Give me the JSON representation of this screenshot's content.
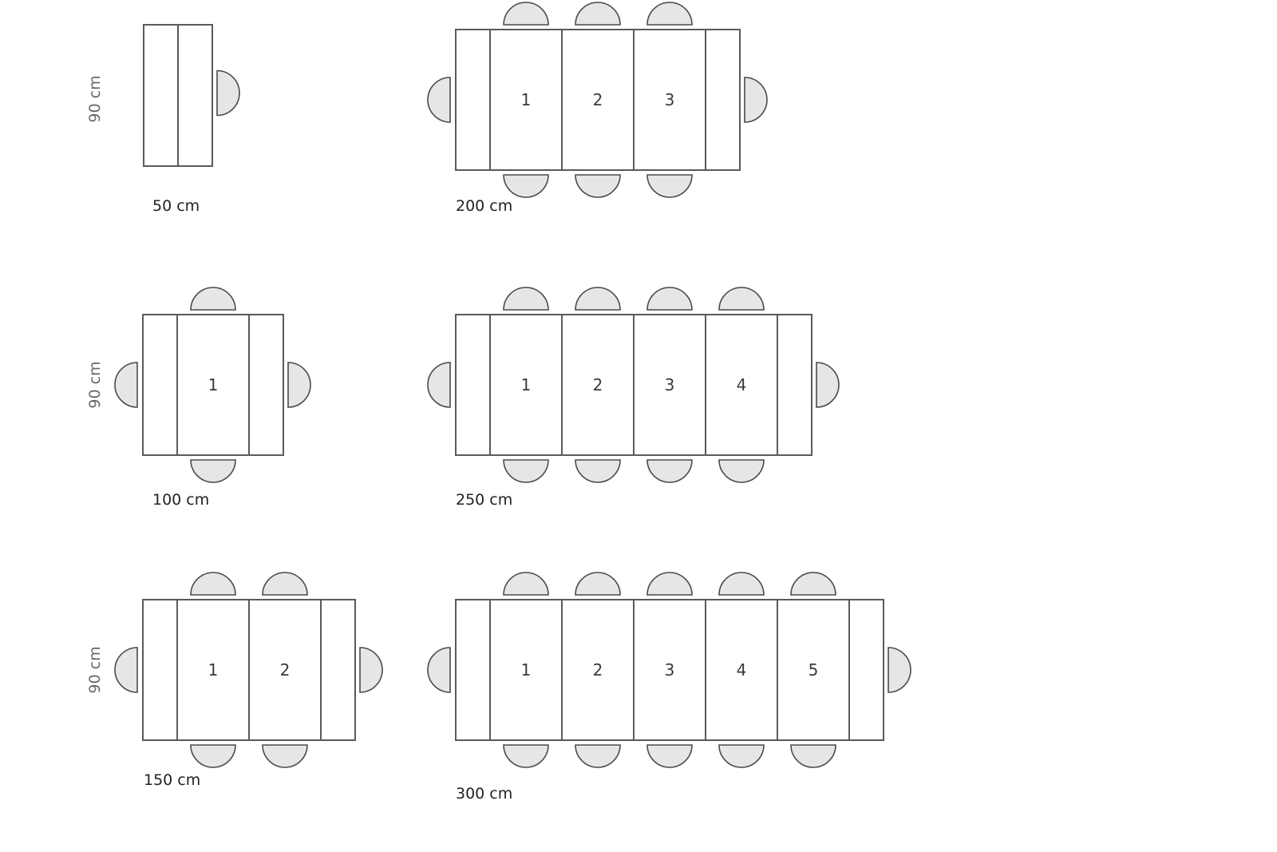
{
  "diagram": {
    "depth_label": "90 cm",
    "configurations": [
      {
        "id": "50",
        "width_label": "50 cm",
        "leaves": []
      },
      {
        "id": "100",
        "width_label": "100 cm",
        "leaves": [
          "1"
        ]
      },
      {
        "id": "150",
        "width_label": "150 cm",
        "leaves": [
          "1",
          "2"
        ]
      },
      {
        "id": "200",
        "width_label": "200 cm",
        "leaves": [
          "1",
          "2",
          "3"
        ]
      },
      {
        "id": "250",
        "width_label": "250 cm",
        "leaves": [
          "1",
          "2",
          "3",
          "4"
        ]
      },
      {
        "id": "300",
        "width_label": "300 cm",
        "leaves": [
          "1",
          "2",
          "3",
          "4",
          "5"
        ]
      }
    ]
  },
  "colors": {
    "outline": "#5a5a5a",
    "chair_fill": "#e6e6e6"
  }
}
